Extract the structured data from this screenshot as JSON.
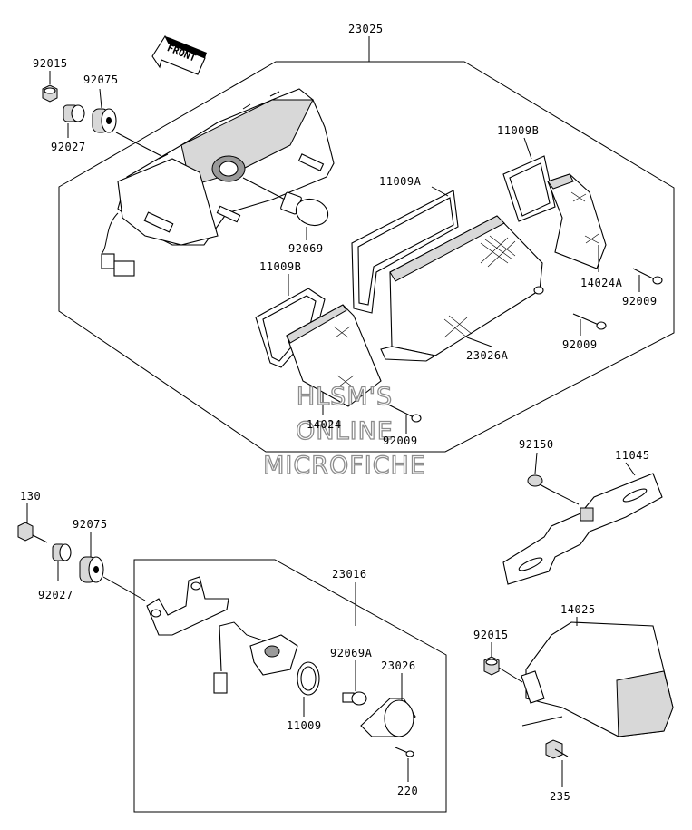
{
  "direction_tag": "FRONT",
  "watermark": {
    "line1": "HLSM'S",
    "line2": "ONLINE",
    "line3": "MICROFICHE"
  },
  "parts": {
    "p23025": "23025",
    "p92015_top": "92015",
    "p92075_top": "92075",
    "p92027_top": "92027",
    "p92069": "92069",
    "p11009B_top": "11009B",
    "p11009A": "11009A",
    "p11009B_left": "11009B",
    "p14024A": "14024A",
    "p92009_right": "92009",
    "p92009_mid": "92009",
    "p23026A": "23026A",
    "p14024": "14024",
    "p92009_bottom": "92009",
    "p92150": "92150",
    "p11045": "11045",
    "p130": "130",
    "p92075_bot": "92075",
    "p92027_bot": "92027",
    "p23016": "23016",
    "p92069A": "92069A",
    "p23026": "23026",
    "p11009": "11009",
    "p220": "220",
    "p14025": "14025",
    "p92015_bot": "92015",
    "p235": "235"
  }
}
